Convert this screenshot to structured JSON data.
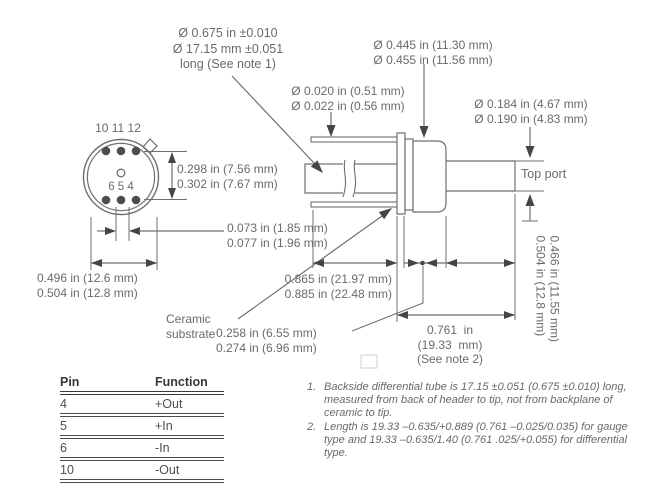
{
  "colors": {
    "line": "#6f6f6f",
    "arrow": "#454545",
    "text": "#6a6a6a",
    "table_dark": "#383838"
  },
  "connector_view": {
    "pins_top_label": "10 11 12",
    "pins_bottom_label": "6 5 4",
    "row_spacing": [
      "0.298 in (7.56 mm)",
      "0.302 in (7.67 mm)"
    ],
    "pin_diameter": [
      "0.073 in (1.85 mm)",
      "0.077 in (1.96 mm)"
    ],
    "width": [
      "0.496 in (12.6 mm)",
      "0.504 in (12.8 mm)"
    ]
  },
  "side_view": {
    "tube_label": [
      "Ø 0.675 in ±0.010",
      "Ø 17.15 mm ±0.051",
      "long (See note 1)"
    ],
    "pin_dia": [
      "Ø 0.020 in (0.51 mm)",
      "Ø 0.022 in (0.56 mm)"
    ],
    "body_dia": [
      "Ø 0.445 in (11.30 mm)",
      "Ø 0.455 in (11.56 mm)"
    ],
    "port_dia": [
      "Ø 0.184 in (4.67 mm)",
      "Ø 0.190 in (4.83 mm)"
    ],
    "top_port": "Top port",
    "pin_length": [
      "0.865 in (21.97 mm)",
      "0.885 in (22.48 mm)"
    ],
    "ceramic": [
      "Ceramic",
      "substrate"
    ],
    "substrate_len": [
      "0.258 in (6.55 mm)",
      "0.274 in (6.96 mm)"
    ],
    "port_len": [
      "0.761  in",
      "(19.33  mm)",
      "(See note 2)"
    ],
    "port_offset": [
      "0.466 in (11.55 mm)",
      "0.504 in (12.8 mm)"
    ]
  },
  "pin_table": {
    "headers": [
      "Pin",
      "Function"
    ],
    "rows": [
      {
        "pin": "4",
        "function": "+Out"
      },
      {
        "pin": "5",
        "function": "+In"
      },
      {
        "pin": "6",
        "function": "-In"
      },
      {
        "pin": "10",
        "function": "-Out"
      }
    ]
  },
  "notes": [
    {
      "number": "1.",
      "text": "Backside differential tube is 17.15 ±0.051 (0.675 ±0.010) long, measured from back of header to tip, not from backplane of ceramic to tip."
    },
    {
      "number": "2.",
      "text": "Length is 19.33 –0.635/+0.889 (0.761 –0.025/0.035) for gauge type and 19.33 –0.635/1.40 (0.761 .025/+0.055) for differential type."
    }
  ]
}
